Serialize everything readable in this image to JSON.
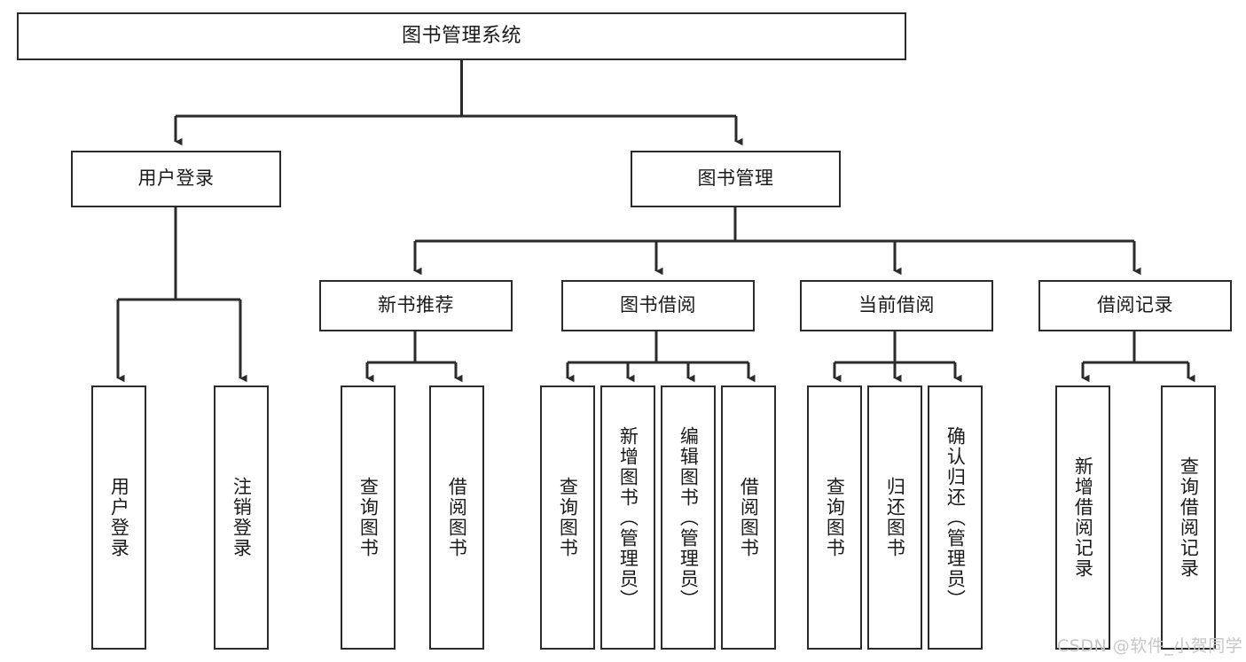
{
  "diagram": {
    "title": "图书管理系统",
    "type": "hierarchy-tree",
    "watermark": "CSDN @软件_小贺同学",
    "colors": {
      "box_border": "#2b2b2b",
      "box_fill": "#ffffff",
      "connector": "#2b2b2b",
      "text": "#1a1a1a",
      "watermark": "#c6c6c6",
      "background": "#ffffff"
    },
    "root": {
      "label": "图书管理系统"
    },
    "level2": [
      {
        "label": "用户登录"
      },
      {
        "label": "图书管理"
      }
    ],
    "level3": [
      {
        "label": "新书推荐"
      },
      {
        "label": "图书借阅"
      },
      {
        "label": "当前借阅"
      },
      {
        "label": "借阅记录"
      }
    ],
    "leaves": {
      "user_login": [
        {
          "label": "用户登录"
        },
        {
          "label": "注销登录"
        }
      ],
      "new_book_recommend": [
        {
          "label": "查询图书"
        },
        {
          "label": "借阅图书"
        }
      ],
      "book_borrow": [
        {
          "label": "查询图书"
        },
        {
          "label": "新增图书（管理员）"
        },
        {
          "label": "编辑图书（管理员）"
        },
        {
          "label": "借阅图书"
        }
      ],
      "current_borrow": [
        {
          "label": "查询图书"
        },
        {
          "label": "归还图书"
        },
        {
          "label": "确认归还（管理员）"
        }
      ],
      "borrow_record": [
        {
          "label": "新增借阅记录"
        },
        {
          "label": "查询借阅记录"
        }
      ]
    }
  }
}
